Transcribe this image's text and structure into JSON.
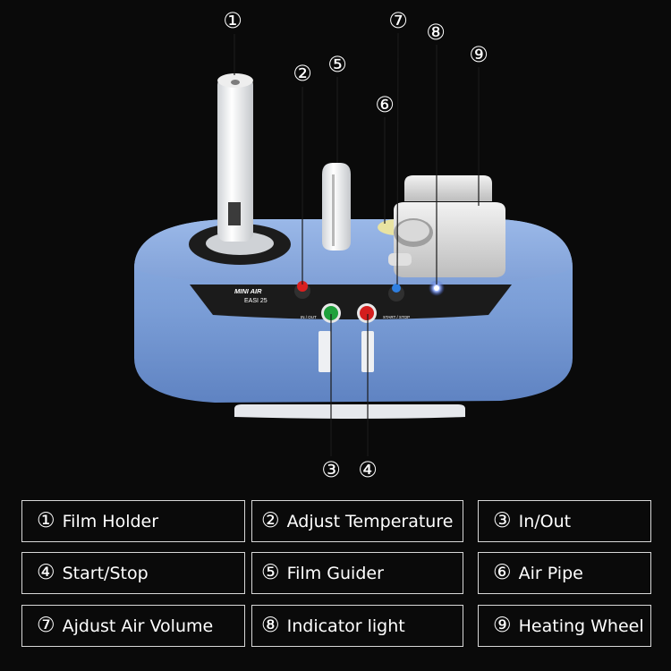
{
  "callouts": {
    "c1": "①",
    "c2": "②",
    "c3": "③",
    "c4": "④",
    "c5": "⑤",
    "c6": "⑥",
    "c7": "⑦",
    "c8": "⑧",
    "c9": "⑨"
  },
  "panel": {
    "brand": "MINI AIR",
    "model": "EASI 25",
    "in_out": "IN / OUT",
    "start_stop": "START / STOP"
  },
  "legend": [
    {
      "num": "①",
      "label": "Film Holder"
    },
    {
      "num": "②",
      "label": "Adjust Temperature"
    },
    {
      "num": "③",
      "label": "In/Out"
    },
    {
      "num": "④",
      "label": "Start/Stop"
    },
    {
      "num": "⑤",
      "label": "Film Guider"
    },
    {
      "num": "⑥",
      "label": "Air Pipe"
    },
    {
      "num": "⑦",
      "label": "Ajdust Air Volume"
    },
    {
      "num": "⑧",
      "label": "Indicator light"
    },
    {
      "num": "⑨",
      "label": "Heating Wheel"
    }
  ],
  "colors": {
    "body_blue": "#7b9ed6",
    "knob_red": "#d92020",
    "knob_blue": "#2f7fe0",
    "button_green": "#1fa13c",
    "button_red": "#d41e1e",
    "indicator": "#9fb8ff"
  }
}
